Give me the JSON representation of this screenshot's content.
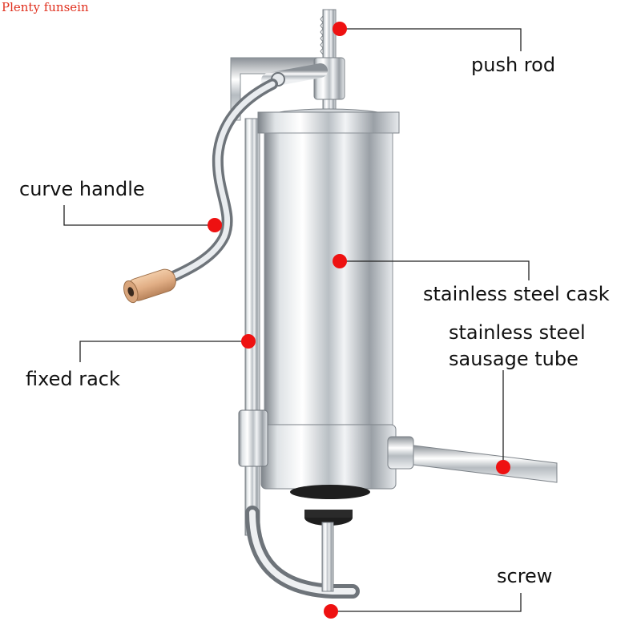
{
  "watermark": {
    "text": "Plenty funsein",
    "color": "#e0301e"
  },
  "labels": {
    "push_rod": "push rod",
    "curve_handle": "curve handle",
    "stainless_steel_cask": "stainless steel cask",
    "fixed_rack": "fixed rack",
    "sausage_tube_line1": "stainless steel",
    "sausage_tube_line2": "sausage tube",
    "screw": "screw"
  },
  "colors": {
    "marker": "#ee1111",
    "leader_line": "#222222",
    "steel_light": "#f4f6f8",
    "steel_mid": "#c4c9ce",
    "steel_dark": "#6e747a",
    "knob": "#e3b48c",
    "base_black": "#1e1e1e"
  },
  "icons": {
    "marker": "red-dot-icon"
  }
}
